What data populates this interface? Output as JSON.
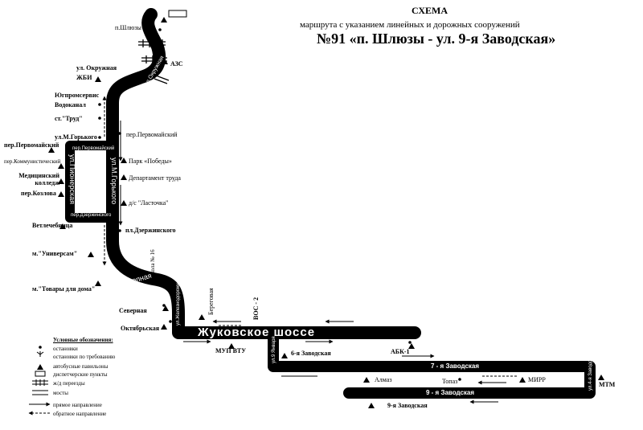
{
  "header": {
    "line1": "СХЕМА",
    "line2": "маршрута с указанием линейных и дорожных сооружений",
    "line3": "№91 «п. Шлюзы - ул. 9-я Заводская»"
  },
  "roads": {
    "zhukovskoe": "Жуковское шоссе",
    "pioner": "ул.Пионерская",
    "gorkogo": "ул.М.Горького",
    "stepnaya": "ул.Степная",
    "okruzhnaya_road": "ул.Окружная",
    "pervomaysky": "пер.Первомайский",
    "dzerzhinsky": "пер.Дзержинского",
    "zheleznodor": "ул.Железнодорожная",
    "beregovaya": "Береговая",
    "vos2": "ВОС - 2",
    "shkola16": "школа № 16",
    "yanvarya": "ул.9 Января",
    "zavod7": "7 - я Заводская",
    "zavod9": "9 - я Заводская",
    "zavod4": "ул.4-я Заводская"
  },
  "stops": {
    "shluzy": "п.Шлюзы",
    "azs": "АЗС",
    "okruzhnaya": "ул. Окружная",
    "zhbi": "ЖБИ",
    "yugprom": "Югпромсервис",
    "vodokanal": "Водоканал",
    "trud": "ст.\"Труд\"",
    "gorkogo_st": "ул.М.Горького",
    "pervomayskiy_r": "пер.Первомайский",
    "pervomayskiy_l": "пер.Первомайский",
    "park": "Парк «Победы»",
    "kommun": "пер.Коммунистический",
    "departament": "Департамент труда",
    "med": "Медицинский колледж",
    "kozlova": "пер.Козлова",
    "lastochka": "д/с \"Ласточка\"",
    "dzerzh_pl": "пл.Дзержинского",
    "vetlech": "Ветлечебница",
    "universam": "м.\"Универсам\"",
    "tovary": "м.\"Товары для дома\"",
    "severnaya": "Северная",
    "oktyabrskaya": "Октябрьская",
    "mup": "МУП ВТУ",
    "zavod6": "6-я Заводская",
    "abk": "АБК-1",
    "almaz": "Алмаз",
    "topaz": "Топаз",
    "mirr": "МИРР",
    "mtm": "МТМ",
    "zavod9_stop": "9-я Заводская"
  },
  "legend": {
    "title": "Условные обозначения:",
    "items": [
      "остановки",
      "остановки по требованию",
      "автобусные павильоны",
      "диспетчерские пункты",
      "ж/д переезды",
      "мосты",
      "прямое направление",
      "обратное направление"
    ]
  },
  "colors": {
    "route": "#000000",
    "background": "#ffffff"
  }
}
